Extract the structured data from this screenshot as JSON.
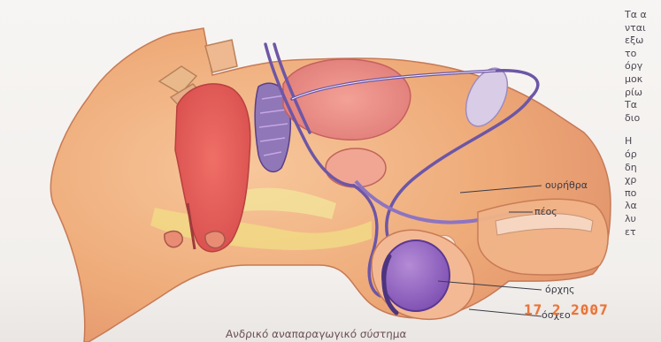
{
  "labels": {
    "urethra": "ουρήθρα",
    "penis": "πέος",
    "testis": "όρχης",
    "scrotum": "όσχεο"
  },
  "caption": "Ανδρικό αναπαραγωγικό σύστημα",
  "date_stamp": "17 2 2007",
  "side_text": {
    "paragraph1": [
      "Τα α",
      "νται",
      "εξω",
      "το",
      "όργ",
      "μοκ",
      "ρίω",
      "Τα",
      "διο"
    ],
    "paragraph2": [
      "Η",
      "όρ",
      "δη",
      "χρ",
      "πο",
      "λα",
      "λυ",
      "ετ"
    ]
  }
}
